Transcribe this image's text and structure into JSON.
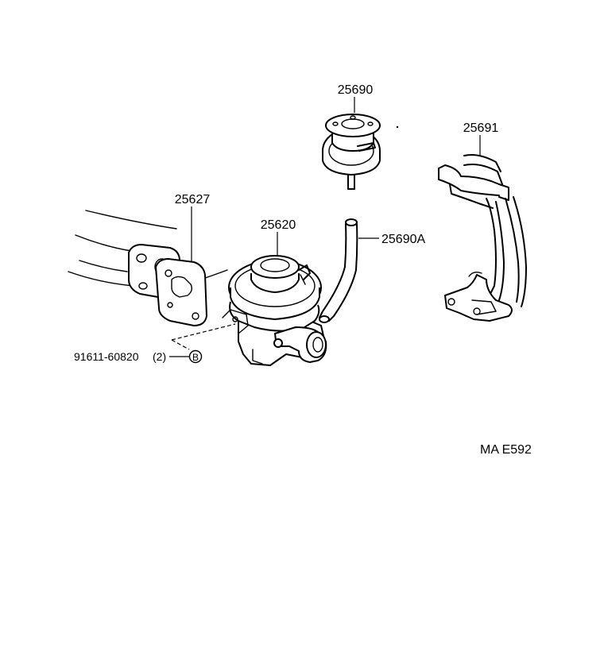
{
  "parts": {
    "vsv": "25690",
    "bracket": "25691",
    "gasket": "25627",
    "egr_valve": "25620",
    "hose": "25690A",
    "bolt": "91611-60820",
    "bolt_qty": "(2)",
    "bolt_marker": "B"
  },
  "figure_code": "MA E592"
}
